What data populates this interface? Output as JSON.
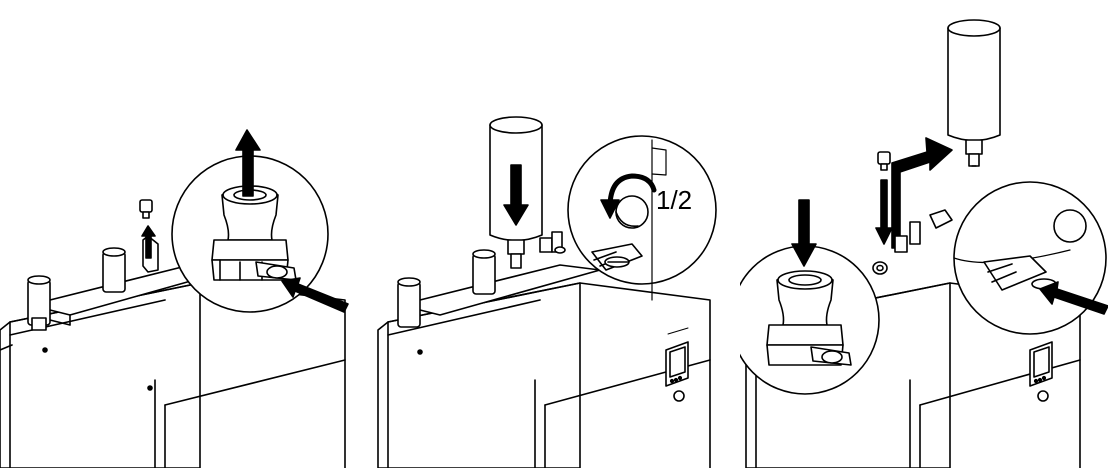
{
  "figure": {
    "panels": [
      {
        "id": "step-1"
      },
      {
        "id": "step-2",
        "rotation_label": "1/2"
      },
      {
        "id": "step-3"
      }
    ],
    "colors": {
      "line": "#000000",
      "fill": "#ffffff",
      "arrow": "#000000"
    }
  }
}
